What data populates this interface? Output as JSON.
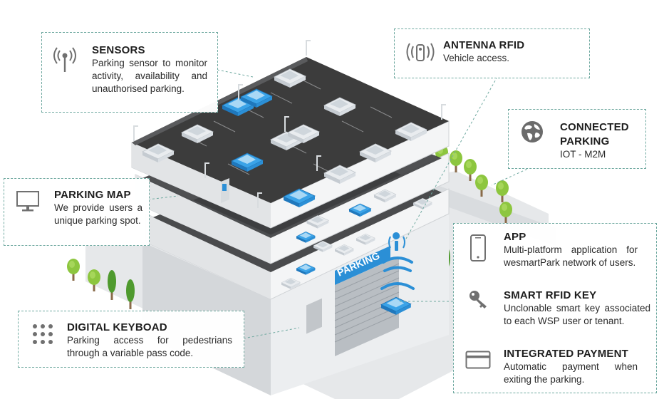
{
  "sensors": {
    "title": "SENSORS",
    "desc": "Parking sensor to monitor activity, availability and unauthorised parking.",
    "icon": "sensor-icon"
  },
  "antenna": {
    "title": "ANTENNA RFID",
    "desc": "Vehicle access.",
    "icon": "antenna-rfid-icon"
  },
  "connected": {
    "title_1": "CONNECTED",
    "title_2": "PARKING",
    "desc": "IOT - M2M",
    "icon": "globe-icon"
  },
  "parking_map": {
    "title": "PARKING MAP",
    "desc": "We provide users a unique parking spot.",
    "icon": "monitor-icon"
  },
  "keyboard": {
    "title": "DIGITAL KEYBOAD",
    "desc": "Parking access for pedestrians through a variable pass code.",
    "icon": "keypad-icon"
  },
  "services": [
    {
      "title": "APP",
      "desc": "Multi-platform application for wesmartPark network of users.",
      "icon": "smartphone-icon"
    },
    {
      "title": "SMART RFID KEY",
      "desc": "Unclonable smart key associated to each WSP user or tenant.",
      "icon": "key-icon"
    },
    {
      "title": "INTEGRATED PAYMENT",
      "desc": "Automatic payment when exiting the parking.",
      "icon": "credit-card-icon"
    }
  ],
  "building": {
    "sign": "PARKING"
  },
  "colors": {
    "accent": "#2b8fd6",
    "border": "#6fa9a0",
    "roof": "#3c3c3c",
    "tree": "#8dc63f"
  }
}
